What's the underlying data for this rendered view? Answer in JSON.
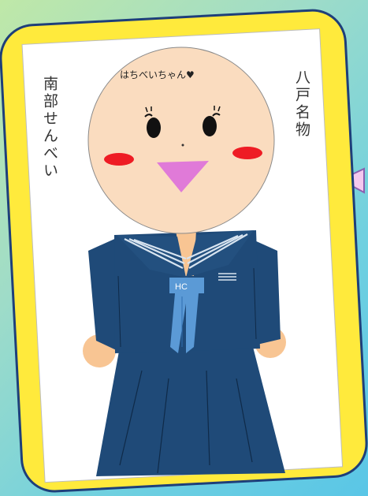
{
  "character": {
    "name_label": "はちべいちゃん♥",
    "tie_label": "HC"
  },
  "side_text": {
    "left": "南部せんべい",
    "right": "八戸名物"
  },
  "colors": {
    "frame_yellow": "#ffea3c",
    "frame_border": "#1e3f7a",
    "face": "#fadcbf",
    "uniform": "#1f4a78",
    "collar_stripe": "#d8e4f0",
    "tie": "#5b9ad6",
    "cheek": "#ee1c24",
    "mouth": "#e07ad8",
    "skin": "#f8c593"
  }
}
